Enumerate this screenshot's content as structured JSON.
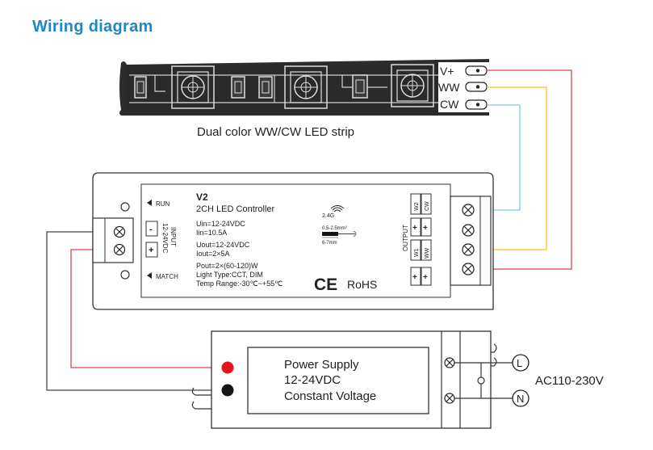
{
  "title": "Wiring diagram",
  "strip": {
    "terminals": [
      "V+",
      "WW",
      "CW"
    ],
    "caption": "Dual color WW/CW LED strip"
  },
  "controller": {
    "model": "V2",
    "name": "2CH LED Controller",
    "specs": [
      "Uin=12-24VDC",
      "Iin=10.5A",
      "Uout=12-24VDC",
      "Iout=2×5A",
      "Pout=2×(60-120)W",
      "Light Type:CCT, DIM",
      "Temp Range:-30℃~+55℃"
    ],
    "run_label": "RUN",
    "match_label": "MATCH",
    "input_label_1": "INPUT",
    "input_label_2": "12-24VDC",
    "input_minus": "-",
    "input_plus": "+",
    "freq": "2.4G",
    "wire_gauge": "0.5-2.5mm²",
    "strip_length": "6-7mm",
    "ce": "CE",
    "rohs": "RoHS",
    "output_label": "OUTPUT",
    "out_w2": "W2",
    "out_cw": "CW",
    "out_w1": "W1",
    "out_ww": "WW",
    "plus": "+"
  },
  "power_supply": {
    "lines": [
      "Power Supply",
      "12-24VDC",
      "Constant Voltage"
    ],
    "l_label": "L",
    "n_label": "N",
    "ac": "AC110-230V"
  },
  "colors": {
    "title": "#1e88c7",
    "wire_red": "#d9473f",
    "wire_yellow": "#f2c526",
    "wire_blue": "#7fc6e8",
    "wire_black": "#444444",
    "dot_red": "#e0161b"
  }
}
